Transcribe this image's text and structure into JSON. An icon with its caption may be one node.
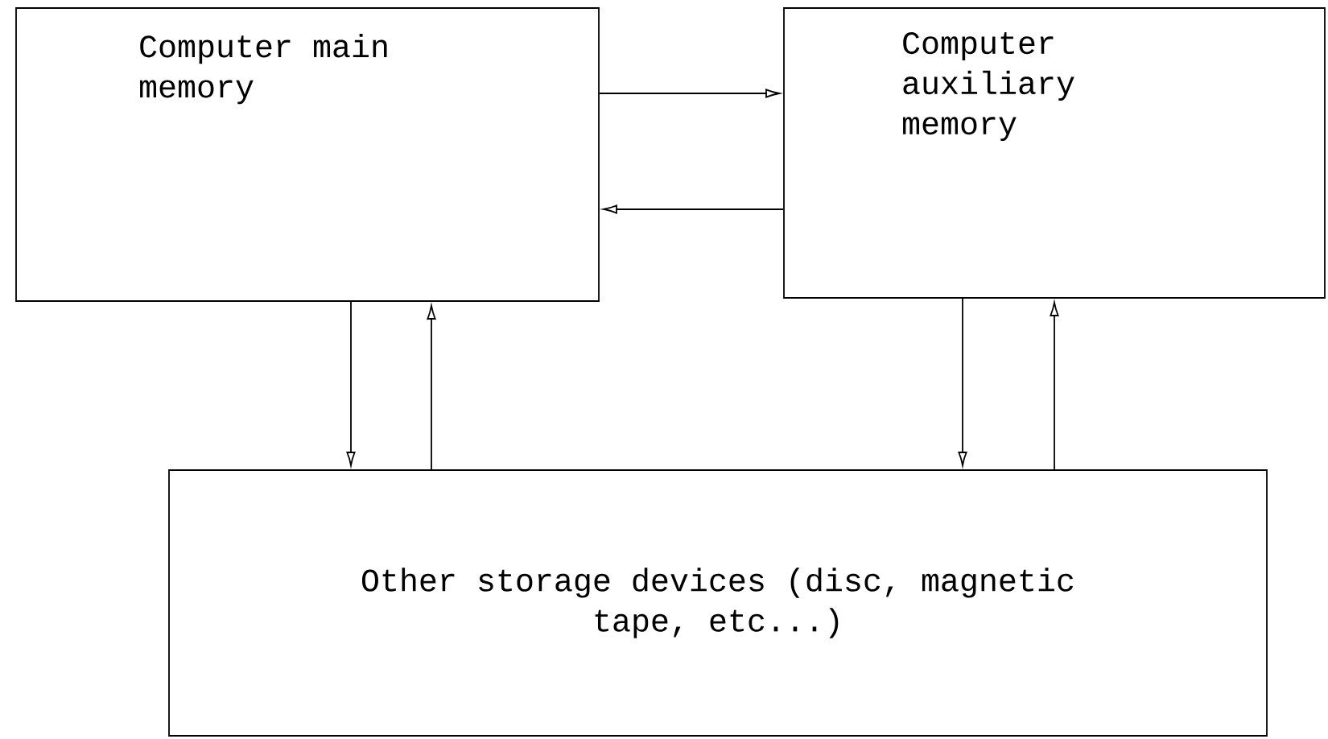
{
  "diagram": {
    "nodes": [
      {
        "text": [
          "Computer main memory"
        ]
      },
      {
        "text": [
          "Computer auxiliary memory"
        ]
      },
      {
        "text": [
          "Other storage devices (disc, magnetic tape, etc...)"
        ]
      }
    ],
    "edges": [
      {
        "from": 0,
        "to": 1,
        "arrow": "to"
      },
      {
        "from": 1,
        "to": 0,
        "arrow": "to"
      },
      {
        "from": 0,
        "to": 2,
        "arrow": "to"
      },
      {
        "from": 2,
        "to": 0,
        "arrow": "to"
      },
      {
        "from": 1,
        "to": 2,
        "arrow": "to"
      },
      {
        "from": 2,
        "to": 1,
        "arrow": "to"
      }
    ]
  }
}
